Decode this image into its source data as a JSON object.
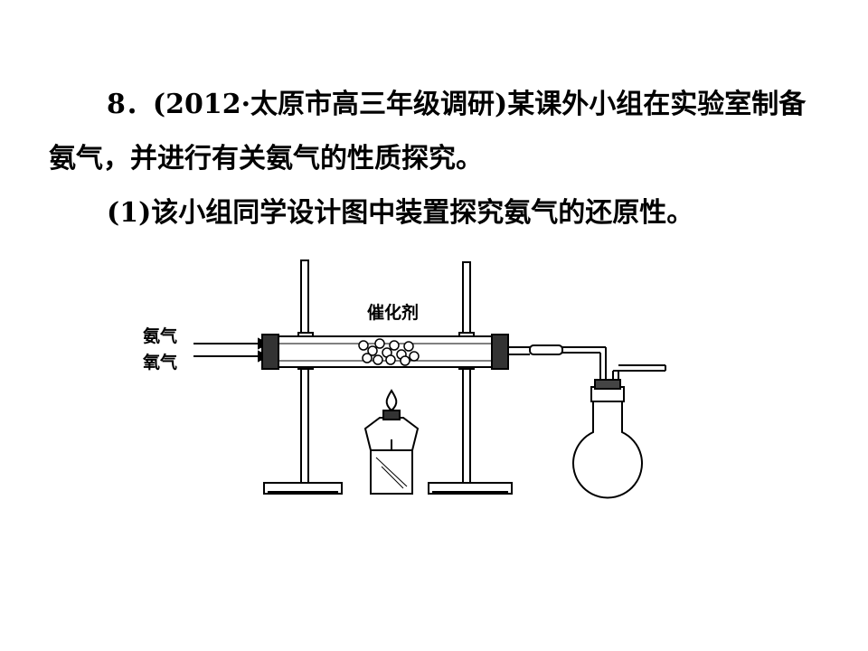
{
  "question": {
    "line1": "8．(2012·太原市高三年级调研)某课外小组在实验室制备",
    "line2": "氨气，并进行有关氨气的性质探究。",
    "line3": "(1)该小组同学设计图中装置探究氨气的还原性。"
  },
  "diagram": {
    "catalyst_label": "催化剂",
    "gas1_label": "氨气",
    "gas2_label": "氧气"
  }
}
